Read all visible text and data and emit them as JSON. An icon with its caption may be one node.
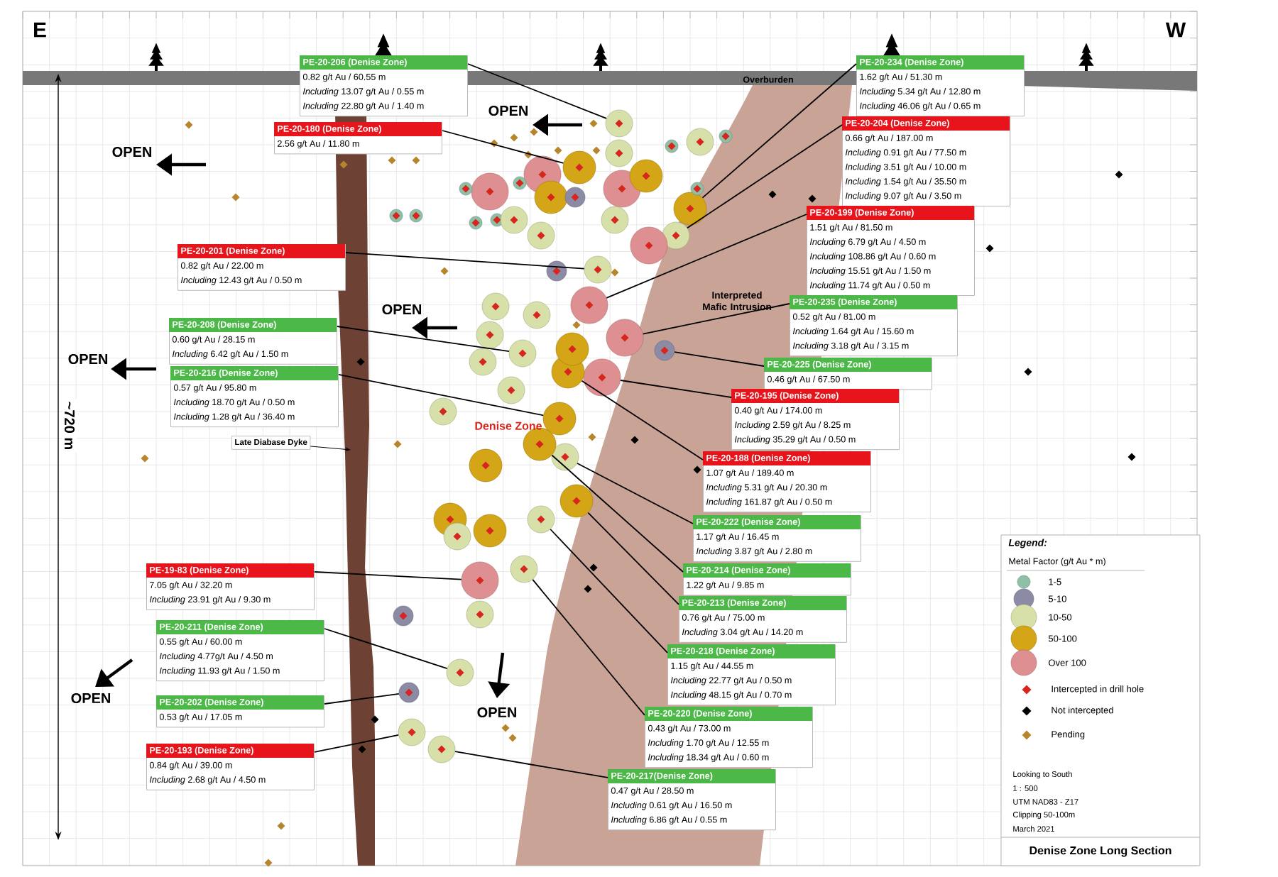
{
  "diagram": {
    "nodes": [
      {
        "text": [
          "PE-20-206 (Denise Zone)",
          "0.82 g/t Au / 60.55 m",
          "*Including* 13.07 g/t Au / 0.55 m",
          "*Including* 22.80 g/t Au / 1.40 m"
        ]
      },
      {
        "text": [
          "PE-20-234 (Denise Zone)",
          "1.62 g/t Au / 51.30 m",
          "*Including* 5.34 g/t Au / 12.80 m",
          "*Including* 46.06 g/t Au / 0.65 m"
        ]
      },
      {
        "text": [
          "PE-20-204 (Denise Zone)",
          "0.66 g/t Au / 187.00 m",
          "*Including* 0.91 g/t Au / 77.50 m",
          "*Including* 3.51 g/t Au / 10.00 m",
          "*Including* 1.54 g/t Au / 35.50 m",
          "*Including* 9.07 g/t Au / 3.50 m"
        ]
      },
      {
        "text": [
          "PE-20-180 (Denise Zone)",
          "2.56 g/t Au / 11.80 m"
        ]
      },
      {
        "text": [
          "PE-20-199 (Denise Zone)",
          "1.51 g/t Au / 81.50 m",
          "*Including* 6.79 g/t Au / 4.50 m",
          "*Including* 108.86 g/t Au / 0.60 m",
          "*Including* 15.51 g/t Au / 1.50 m",
          "*Including* 11.74 g/t Au / 0.50 m"
        ]
      },
      {
        "text": [
          "PE-20-201 (Denise Zone)",
          "0.82 g/t Au / 22.00 m",
          "*Including* 12.43 g/t Au / 0.50 m"
        ]
      },
      {
        "text": [
          "PE-20-235 (Denise Zone)",
          "0.52 g/t Au / 81.00 m",
          "*Including* 1.64 g/t Au / 15.60 m",
          "*Including* 3.18 g/t Au / 3.15 m"
        ]
      },
      {
        "text": [
          "PE-20-208 (Denise Zone)",
          "0.60 g/t Au / 28.15 m",
          "*Including* 6.42 g/t Au / 1.50 m"
        ]
      },
      {
        "text": [
          "PE-20-225 (Denise Zone)",
          "0.46 g/t Au / 67.50 m"
        ]
      },
      {
        "text": [
          "PE-20-216 (Denise Zone)",
          "0.57 g/t Au / 95.80 m",
          "*Including* 18.70 g/t Au / 0.50 m",
          "*Including* 1.28 g/t Au / 36.40 m"
        ]
      },
      {
        "text": [
          "PE-20-195 (Denise Zone)",
          "0.40 g/t Au / 174.00 m",
          "*Including* 2.59 g/t Au / 8.25 m",
          "*Including* 35.29 g/t Au / 0.50 m"
        ]
      },
      {
        "text": [
          "PE-20-188 (Denise Zone)",
          "1.07 g/t Au / 189.40 m",
          "*Including* 5.31 g/t Au / 20.30 m",
          "*Including* 161.87 g/t Au / 0.50 m"
        ]
      },
      {
        "text": [
          "PE-20-222 (Denise Zone)",
          "1.17 g/t Au / 16.45 m",
          "*Including* 3.87 g/t Au / 2.80 m"
        ]
      },
      {
        "text": [
          "PE-20-214 (Denise Zone)",
          "1.22 g/t Au / 9.85 m"
        ]
      },
      {
        "text": [
          "PE-20-213 (Denise Zone)",
          "0.76 g/t Au / 75.00 m",
          "*Including* 3.04 g/t Au / 14.20 m"
        ]
      },
      {
        "text": [
          "PE-20-218 (Denise Zone)",
          "1.15 g/t Au / 44.55 m",
          "*Including* 22.77 g/t Au / 0.50 m",
          "*Including* 48.15 g/t Au / 0.70 m"
        ]
      },
      {
        "text": [
          "PE-20-220 (Denise Zone)",
          "0.43 g/t Au / 73.00 m",
          "*Including* 1.70 g/t Au / 12.55 m",
          "*Including* 18.34 g/t Au / 0.60 m"
        ]
      },
      {
        "text": [
          "PE-20-217(Denise Zone)",
          "0.47 g/t Au / 28.50 m",
          "*Including* 0.61 g/t Au / 16.50 m",
          "*Including* 6.86 g/t Au / 0.55 m"
        ]
      },
      {
        "text": [
          "PE-19-83 (Denise Zone)",
          "7.05 g/t Au / 32.20 m",
          "*Including* 23.91 g/t Au / 9.30 m"
        ]
      },
      {
        "text": [
          "PE-20-211 (Denise Zone)",
          "0.55 g/t Au / 60.00 m",
          "*Including* 4.77g/t Au / 4.50 m",
          "*Including* 11.93 g/t Au / 1.50 m"
        ]
      },
      {
        "text": [
          "PE-20-202 (Denise Zone)",
          "0.53 g/t Au / 17.05 m"
        ]
      },
      {
        "text": [
          "PE-20-193 (Denise Zone)",
          "0.84 g/t Au / 39.00 m",
          "*Including* 2.68 g/t Au / 4.50 m"
        ]
      },
      {
        "text": [
          "Late Diabase Dyke"
        ]
      },
      {
        "text": [],
        "shape": "circle"
      },
      {
        "text": [],
        "shape": "circle"
      },
      {
        "text": [],
        "shape": "circle"
      },
      {
        "text": [],
        "shape": "circle"
      },
      {
        "text": [],
        "shape": "circle"
      },
      {
        "text": [],
        "shape": "circle"
      },
      {
        "text": [],
        "shape": "circle"
      },
      {
        "text": [],
        "shape": "circle"
      },
      {
        "text": [],
        "shape": "circle"
      },
      {
        "text": [],
        "shape": "circle"
      },
      {
        "text": [],
        "shape": "circle"
      },
      {
        "text": [],
        "shape": "circle"
      },
      {
        "text": [],
        "shape": "circle"
      },
      {
        "text": [],
        "shape": "circle"
      },
      {
        "text": [],
        "shape": "circle"
      },
      {
        "text": [],
        "shape": "circle"
      },
      {
        "text": [],
        "shape": "circle"
      },
      {
        "text": [],
        "shape": "circle"
      },
      {
        "text": [],
        "shape": "circle"
      },
      {
        "text": [],
        "shape": "circle"
      },
      {
        "text": [],
        "shape": "circle"
      },
      {
        "text": [],
        "shape": "circle"
      },
      {
        "text": [],
        "shape": "circle"
      },
      {
        "text": [],
        "shape": "circle"
      },
      {
        "text": [],
        "shape": "circle"
      },
      {
        "text": [],
        "shape": "circle"
      },
      {
        "text": [],
        "shape": "circle"
      },
      {
        "text": [],
        "shape": "circle"
      },
      {
        "text": [],
        "shape": "circle"
      },
      {
        "text": [],
        "shape": "circle"
      },
      {
        "text": [],
        "shape": "circle"
      },
      {
        "text": [],
        "shape": "circle"
      },
      {
        "text": [],
        "shape": "circle"
      },
      {
        "text": [],
        "shape": "circle"
      },
      {
        "text": [],
        "shape": "circle"
      },
      {
        "text": [],
        "shape": "circle"
      },
      {
        "text": [],
        "shape": "circle"
      },
      {
        "text": [],
        "shape": "circle"
      },
      {
        "text": [],
        "shape": "circle"
      },
      {
        "text": [],
        "shape": "circle"
      },
      {
        "text": [],
        "shape": "circle"
      },
      {
        "text": [],
        "shape": "circle"
      },
      {
        "text": [],
        "shape": "circle"
      },
      {
        "text": [],
        "shape": "circle"
      },
      {
        "text": [],
        "shape": "circle"
      },
      {
        "text": [],
        "shape": "circle"
      },
      {
        "text": [],
        "shape": "circle"
      },
      {
        "text": [],
        "shape": "circle"
      },
      {
        "text": [],
        "shape": "circle"
      },
      {
        "text": [],
        "shape": "circle"
      },
      {
        "text": [],
        "shape": "circle"
      },
      {
        "text": [],
        "shape": "circle"
      },
      {
        "text": [],
        "shape": "circle"
      },
      {
        "text": [],
        "shape": "circle"
      },
      {
        "text": [],
        "shape": "circle"
      },
      {
        "text": [],
        "shape": "circle"
      },
      {
        "text": [],
        "shape": "circle"
      }
    ],
    "edges": [
      {
        "from": 0,
        "to": 23,
        "arrow": "none"
      },
      {
        "from": 1,
        "to": 24,
        "arrow": "none"
      },
      {
        "from": 2,
        "to": 25,
        "arrow": "none"
      },
      {
        "from": 3,
        "to": 26,
        "arrow": "none"
      },
      {
        "from": 4,
        "to": 27,
        "arrow": "none"
      },
      {
        "from": 5,
        "to": 28,
        "arrow": "none"
      },
      {
        "from": 6,
        "to": 29,
        "arrow": "none"
      },
      {
        "from": 7,
        "to": 30,
        "arrow": "none"
      },
      {
        "from": 8,
        "to": 31,
        "arrow": "none"
      },
      {
        "from": 9,
        "to": 32,
        "arrow": "none"
      },
      {
        "from": 10,
        "to": 33,
        "arrow": "none"
      },
      {
        "from": 11,
        "to": 34,
        "arrow": "none"
      },
      {
        "from": 12,
        "to": 35,
        "arrow": "none"
      },
      {
        "from": 13,
        "to": 36,
        "arrow": "none"
      },
      {
        "from": 14,
        "to": 37,
        "arrow": "none"
      },
      {
        "from": 15,
        "to": 38,
        "arrow": "none"
      },
      {
        "from": 16,
        "to": 39,
        "arrow": "none"
      },
      {
        "from": 17,
        "to": 40,
        "arrow": "none"
      },
      {
        "from": 18,
        "to": 41,
        "arrow": "none"
      },
      {
        "from": 19,
        "to": 42,
        "arrow": "none"
      },
      {
        "from": 20,
        "to": 43,
        "arrow": "none"
      },
      {
        "from": 21,
        "to": 44,
        "arrow": "none"
      },
      {
        "from": 22,
        "to": null,
        "arrow": "to"
      }
    ],
    "labels": [
      "E",
      "W",
      "Overburden",
      "OPEN",
      "OPEN",
      "OPEN",
      "OPEN",
      "~720 m",
      "Interpreted Mafic Intrusion",
      "Denise Zone",
      "OPEN",
      "OPEN",
      "Legend:",
      "Metal Factor (g/t Au * m)",
      "Looking to South",
      "1 : 500",
      "UTM NAD83 - Z17",
      "Clipping 50-100m",
      "March 2021",
      "Denise Zone Long Section"
    ],
    "legend": [
      {
        "text": "1-5",
        "color": "#8fbfa6"
      },
      {
        "text": "5-10",
        "color": "#8b8ba6"
      },
      {
        "text": "10-50",
        "color": "#d6e0a8"
      },
      {
        "text": "50-100",
        "color": "#d4a516"
      },
      {
        "text": "Over 100",
        "color": "#de8f91"
      },
      {
        "text": "Intercepted in drill hole"
      },
      {
        "text": "Not intercepted"
      },
      {
        "text": "Pending"
      }
    ]
  }
}
